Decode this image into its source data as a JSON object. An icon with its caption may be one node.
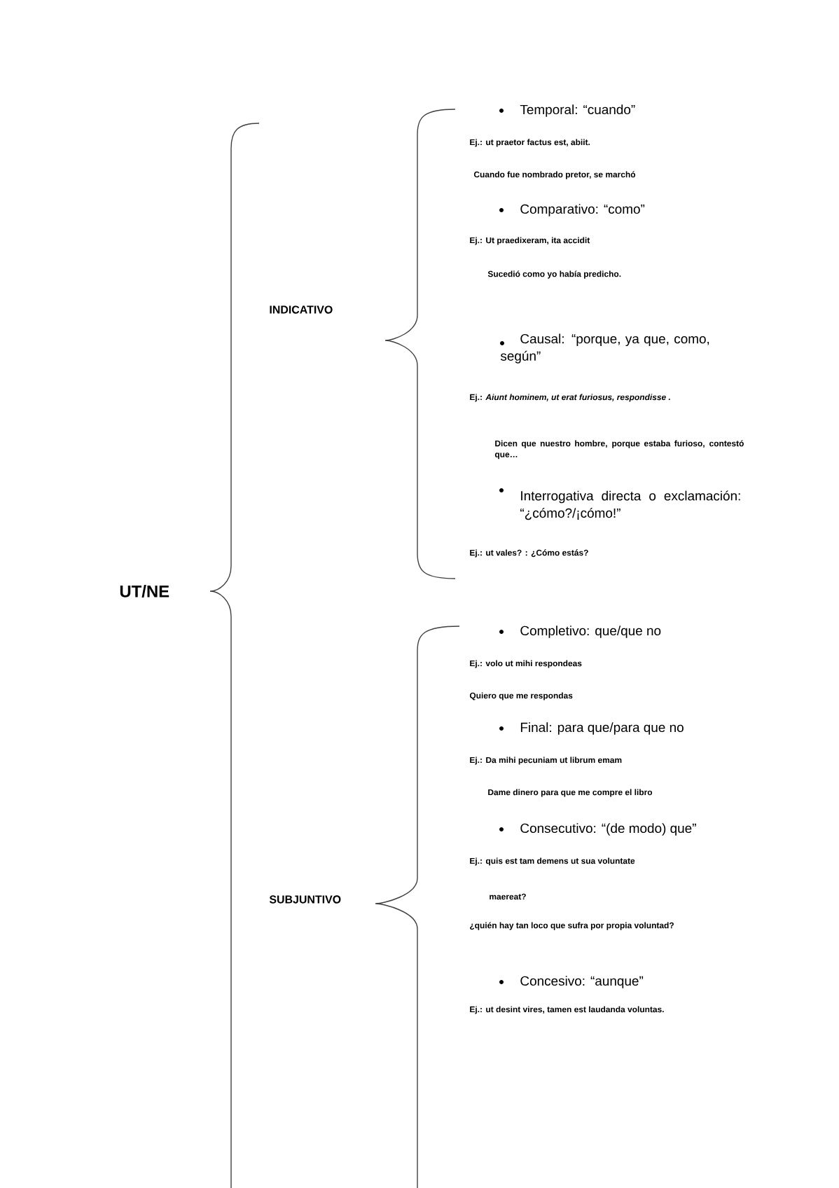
{
  "diagram": {
    "labels": [
      "UT/NE",
      "INDICATIVO",
      "SUBJUNTIVO",
      "Temporal: “cuando”",
      "Ej.: ut praetor factus est, abiit.",
      "Cuando fue nombrado pretor, se marchó",
      "Comparativo: “como”",
      "Ej.: Ut praedixeram, ita accidit",
      "Sucedió como yo había predicho.",
      "Causal: “porque, ya que, como, según”",
      "Ej.: *Aiunt hominem, ut erat furiosus, respondisse .*",
      "Dicen que nuestro hombre, porque estaba furioso, contestó que…",
      "Interrogativa directa o exclamación: “¿cómo?/¡cómo!”",
      "Ej.: ut vales? : ¿Cómo estás?",
      "Completivo: que/que no",
      "Ej.: volo ut mihi respondeas",
      "Quiero que me respondas",
      "Final: para que/para que no",
      "Ej.: Da mihi pecuniam ut librum emam",
      "Dame dinero para que me compre el libro",
      "Consecutivo: “(de modo) que”",
      "Ej.: quis est tam demens ut sua voluntate",
      "maereat?",
      "¿quién hay tan loco que sufra por propia voluntad?",
      "Concesivo: “aunque”",
      "Ej.: ut desint vires, tamen est laudanda voluntas."
    ]
  }
}
